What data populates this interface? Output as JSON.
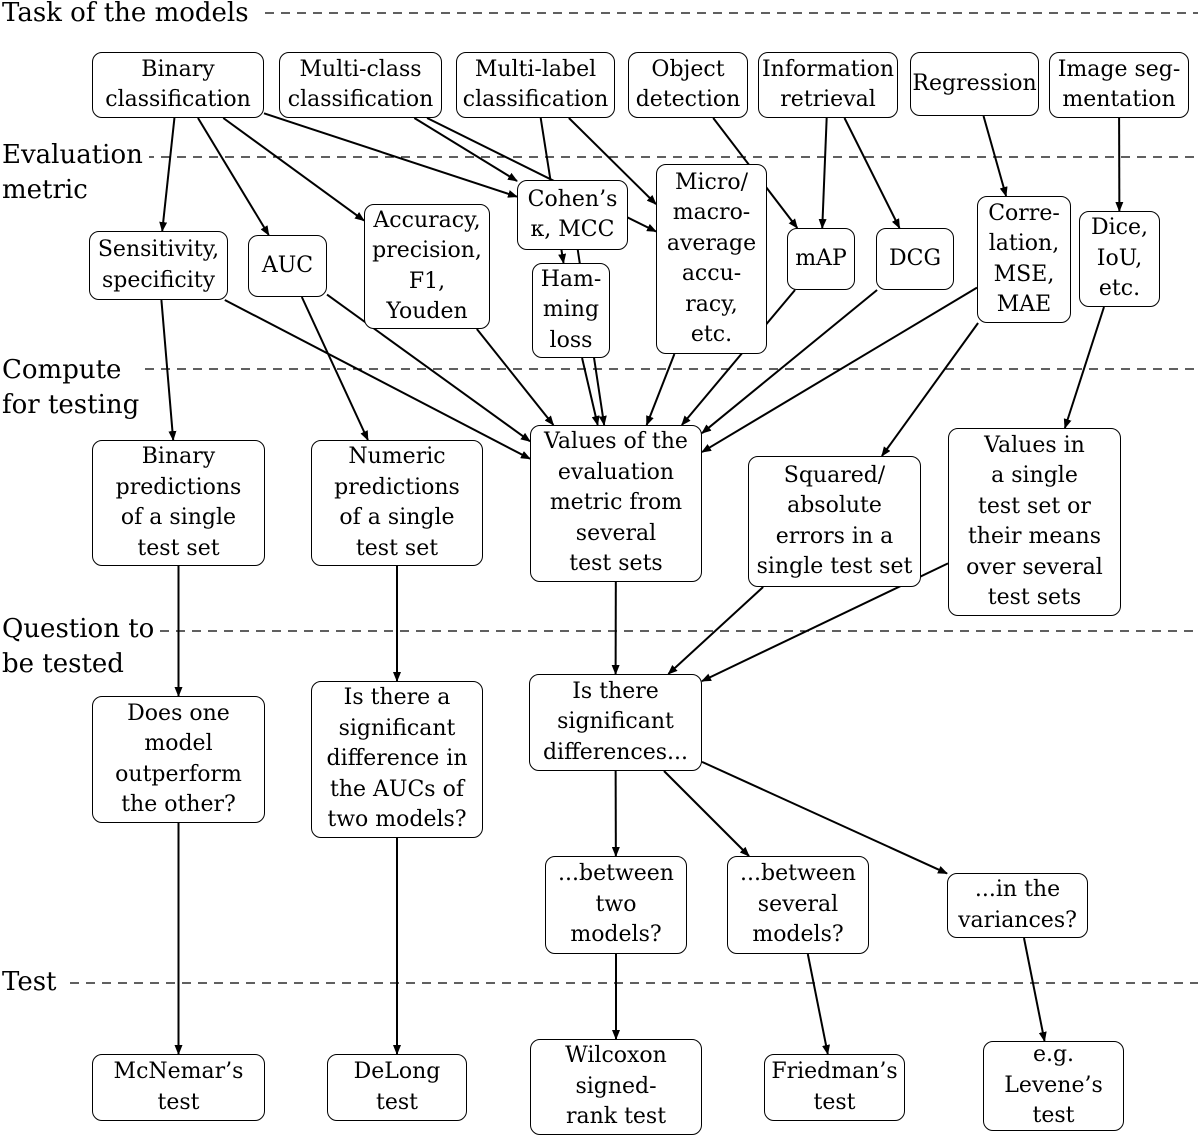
{
  "sections": [
    {
      "id": "task",
      "label": "Task of the models"
    },
    {
      "id": "metric",
      "label": "Evaluation\nmetric"
    },
    {
      "id": "compute",
      "label": "Compute\nfor testing"
    },
    {
      "id": "question",
      "label": "Question to\nbe tested"
    },
    {
      "id": "test",
      "label": "Test"
    }
  ],
  "nodes": {
    "binary_classification": "Binary\nclassification",
    "multi_class_classification": "Multi-class\nclassification",
    "multi_label_classification": "Multi-label\nclassification",
    "object_detection": "Object\ndetection",
    "information_retrieval": "Information\nretrieval",
    "regression": "Regression",
    "image_segmentation": "Image seg-\nmentation",
    "sensitivity_specificity": "Sensitivity,\nspecificity",
    "auc": "AUC",
    "accuracy_precision": "Accuracy,\nprecision,\nF1,\nYouden",
    "cohens_kappa": "Cohen’s\nκ, MCC",
    "hamming_loss": "Ham-\nming\nloss",
    "micro_macro_average": "Micro/\nmacro-\naverage\naccu-\nracy,\netc.",
    "map": "mAP",
    "dcg": "DCG",
    "correlation_mse_mae": "Corre-\nlation,\nMSE,\nMAE",
    "dice_iou": "Dice,\nIoU,\netc.",
    "binary_predictions": "Binary\npredictions\nof a single\ntest set",
    "numeric_predictions": "Numeric\npredictions\nof a single\ntest set",
    "values_several_test_sets": "Values of the\nevaluation\nmetric from\nseveral\ntest sets",
    "squared_absolute_errors": "Squared/\nabsolute\nerrors in a\nsingle test set",
    "values_single_or_means": "Values in\na single\ntest set or\ntheir means\nover several\ntest sets",
    "does_one_model_outperform": "Does one\nmodel\noutperform\nthe other?",
    "significant_difference_aucs": "Is there a\nsignificant\ndifference in\nthe AUCs of\ntwo models?",
    "significant_differences": "Is there\nsignificant\ndifferences...",
    "between_two_models": "...between\ntwo\nmodels?",
    "between_several_models": "...between\nseveral\nmodels?",
    "in_the_variances": "...in the\nvariances?",
    "mcnemars_test": "McNemar’s\ntest",
    "delong_test": "DeLong\ntest",
    "wilcoxon_test": "Wilcoxon\nsigned-\nrank test",
    "friedmans_test": "Friedman’s\ntest",
    "levenes_test": "e.g.\nLevene’s\ntest"
  },
  "edges": [
    [
      "binary_classification",
      "sensitivity_specificity"
    ],
    [
      "binary_classification",
      "auc"
    ],
    [
      "binary_classification",
      "accuracy_precision"
    ],
    [
      "binary_classification",
      "cohens_kappa"
    ],
    [
      "multi_class_classification",
      "cohens_kappa"
    ],
    [
      "multi_class_classification",
      "micro_macro_average"
    ],
    [
      "multi_label_classification",
      "hamming_loss"
    ],
    [
      "multi_label_classification",
      "micro_macro_average"
    ],
    [
      "object_detection",
      "map"
    ],
    [
      "information_retrieval",
      "map"
    ],
    [
      "information_retrieval",
      "dcg"
    ],
    [
      "regression",
      "correlation_mse_mae"
    ],
    [
      "image_segmentation",
      "dice_iou"
    ],
    [
      "sensitivity_specificity",
      "binary_predictions"
    ],
    [
      "sensitivity_specificity",
      "values_several_test_sets"
    ],
    [
      "auc",
      "numeric_predictions"
    ],
    [
      "auc",
      "values_several_test_sets"
    ],
    [
      "accuracy_precision",
      "values_several_test_sets"
    ],
    [
      "hamming_loss",
      "values_several_test_sets"
    ],
    [
      "cohens_kappa",
      "values_several_test_sets"
    ],
    [
      "micro_macro_average",
      "values_several_test_sets"
    ],
    [
      "map",
      "values_several_test_sets"
    ],
    [
      "dcg",
      "values_several_test_sets"
    ],
    [
      "correlation_mse_mae",
      "values_several_test_sets"
    ],
    [
      "correlation_mse_mae",
      "squared_absolute_errors"
    ],
    [
      "dice_iou",
      "values_single_or_means"
    ],
    [
      "binary_predictions",
      "does_one_model_outperform"
    ],
    [
      "numeric_predictions",
      "significant_difference_aucs"
    ],
    [
      "values_several_test_sets",
      "significant_differences"
    ],
    [
      "squared_absolute_errors",
      "significant_differences"
    ],
    [
      "values_single_or_means",
      "significant_differences"
    ],
    [
      "significant_differences",
      "between_two_models"
    ],
    [
      "significant_differences",
      "between_several_models"
    ],
    [
      "significant_differences",
      "in_the_variances"
    ],
    [
      "does_one_model_outperform",
      "mcnemars_test"
    ],
    [
      "significant_difference_aucs",
      "delong_test"
    ],
    [
      "between_two_models",
      "wilcoxon_test"
    ],
    [
      "between_several_models",
      "friedmans_test"
    ],
    [
      "in_the_variances",
      "levenes_test"
    ]
  ]
}
